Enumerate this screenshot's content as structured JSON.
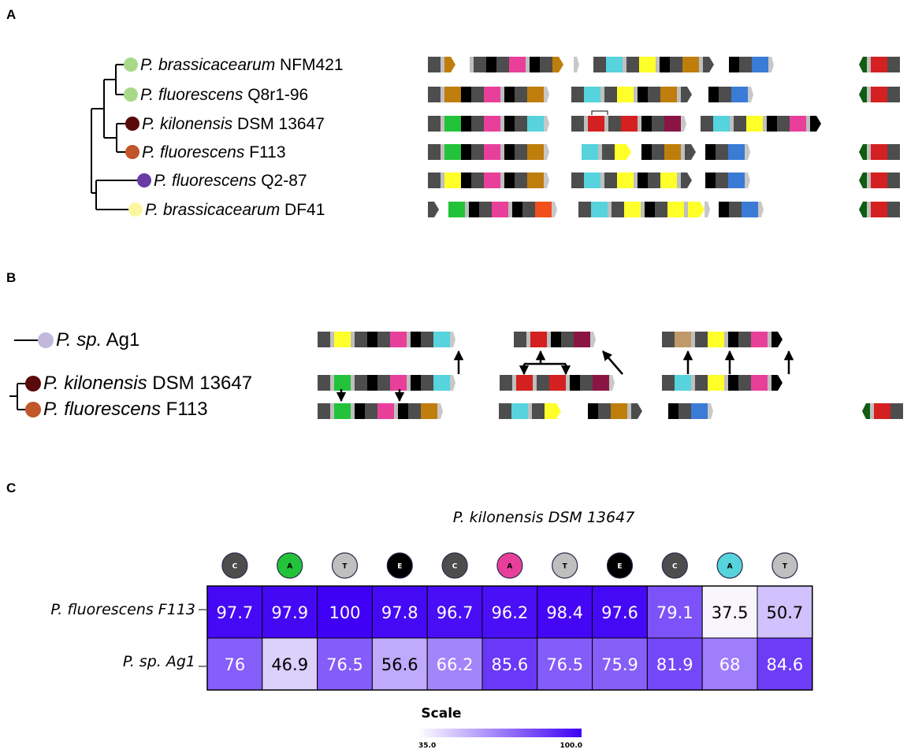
{
  "colors": {
    "C": "#4d4d4d",
    "A": "#22c33a",
    "T": "#bfbfbf",
    "E": "#000000",
    "pink": "#e8409a",
    "cyan": "#56d3dc",
    "yellow": "#ffff2a",
    "orange": "#bf7d0c",
    "red": "#d42020",
    "maroon": "#8a1545",
    "blue": "#3a7bd5",
    "darkgreen": "#105c12",
    "tan": "#c0986a",
    "orangered": "#f24f1c",
    "scale_low": "#ffffff",
    "scale_high": "#3f00f5"
  },
  "panelA": {
    "label": "A",
    "species": [
      {
        "genus": "P. brassicacearum",
        "strain": "NFM421",
        "dot": "#a8d98a"
      },
      {
        "genus": "P. fluorescens",
        "strain": "Q8r1-96",
        "dot": "#a8d98a"
      },
      {
        "genus": "P. kilonensis",
        "strain": "DSM 13647",
        "dot": "#5a0a0a"
      },
      {
        "genus": "P. fluorescens",
        "strain": "F113",
        "dot": "#c0562a"
      },
      {
        "genus": "P. fluorescens",
        "strain": "Q2-87",
        "dot": "#6a3aa5"
      },
      {
        "genus": "P. brassicacearum",
        "strain": "DF41",
        "dot": "#fbf7a0"
      }
    ]
  },
  "panelB": {
    "label": "B",
    "species": [
      {
        "genus": "P. sp.",
        "strain": "Ag1",
        "dot": "#c2b7dc"
      },
      {
        "genus": "P. kilonensis",
        "strain": "DSM 13647",
        "dot": "#5a0a0a"
      },
      {
        "genus": "P. fluorescens",
        "strain": "F113",
        "dot": "#c0562a"
      }
    ]
  },
  "panelC": {
    "label": "C",
    "title": "P. kilonensis DSM 13647",
    "modules": [
      {
        "letter": "C",
        "color": "#4d4d4d",
        "text_color": "#ffffff"
      },
      {
        "letter": "A",
        "color": "#22c33a",
        "text_color": "#000000"
      },
      {
        "letter": "T",
        "color": "#bfbfbf",
        "text_color": "#000000"
      },
      {
        "letter": "E",
        "color": "#000000",
        "text_color": "#ffffff"
      },
      {
        "letter": "C",
        "color": "#4d4d4d",
        "text_color": "#ffffff"
      },
      {
        "letter": "A",
        "color": "#e8409a",
        "text_color": "#000000"
      },
      {
        "letter": "T",
        "color": "#bfbfbf",
        "text_color": "#000000"
      },
      {
        "letter": "E",
        "color": "#000000",
        "text_color": "#ffffff"
      },
      {
        "letter": "C",
        "color": "#4d4d4d",
        "text_color": "#ffffff"
      },
      {
        "letter": "A",
        "color": "#56d3dc",
        "text_color": "#000000"
      },
      {
        "letter": "T",
        "color": "#bfbfbf",
        "text_color": "#000000"
      }
    ],
    "scale_title": "Scale",
    "scale_min_label": "35.0",
    "scale_max_label": "100.0"
  },
  "chart_data": {
    "type": "heatmap",
    "title": "P. kilonensis DSM 13647",
    "x": [
      "C",
      "A",
      "T",
      "E",
      "C",
      "A",
      "T",
      "E",
      "C",
      "A",
      "T"
    ],
    "rows": [
      "P. fluorescens F113",
      "P. sp. Ag1"
    ],
    "values": [
      [
        97.7,
        97.9,
        100,
        97.8,
        96.7,
        96.2,
        98.4,
        97.6,
        79.1,
        37.5,
        50.7
      ],
      [
        76,
        46.9,
        76.5,
        56.6,
        66.2,
        85.6,
        76.5,
        75.9,
        81.9,
        68,
        84.6
      ]
    ],
    "value_range": [
      35.0,
      100.0
    ]
  }
}
